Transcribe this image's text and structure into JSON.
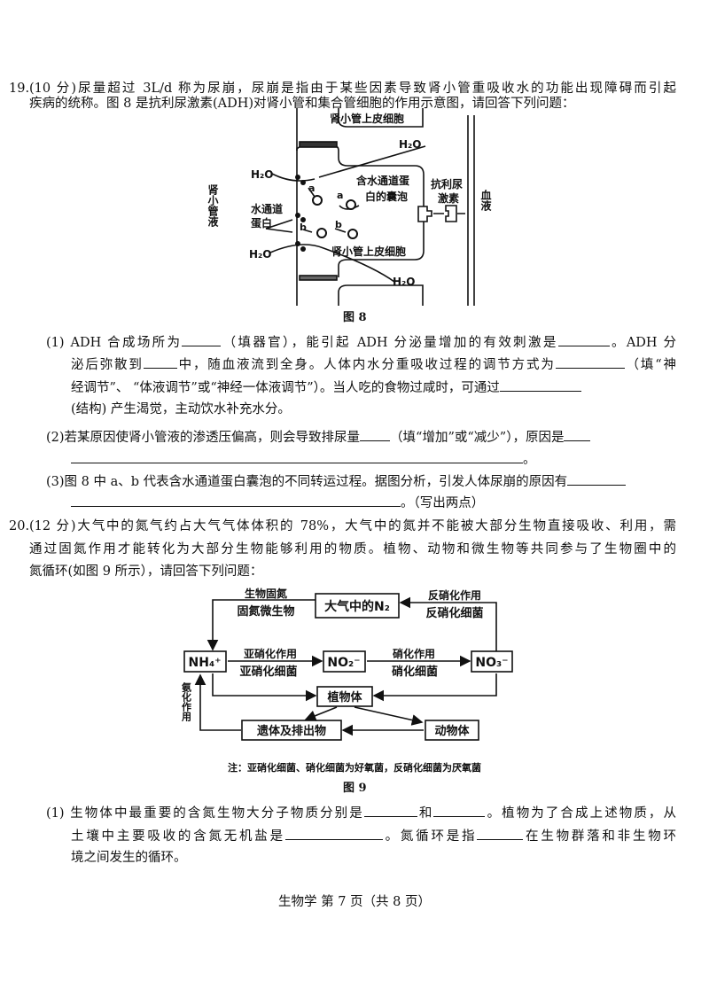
{
  "q19": {
    "number": "19.",
    "intro": [
      "(10 分)尿量超过 3L/d 称为尿崩，尿崩是指由于某些因素导致肾小管重吸收水的功能出现障碍而引起",
      "疾病的统称。图 8 是抗利尿激素(ADH)对肾小管和集合管细胞的作用示意图，请回答下列问题："
    ],
    "figure": {
      "caption": "图 8",
      "cell_top": "肾小管上皮细胞",
      "cell_bottom": "肾小管上皮细胞",
      "lumen": "肾小管液",
      "blood": "血液",
      "hormone_1": "抗利尿",
      "hormone_2": "激素",
      "vesicle_1": "含水通道蛋",
      "vesicle_2": "白的囊泡",
      "channel_1": "水通道",
      "channel_2": "蛋白",
      "water": "H₂O",
      "a": "a",
      "b": "b"
    },
    "p1": {
      "a": "(1)  ADH 合成场所为",
      "b": "（填器官），能引起 ADH 分泌量增加的有效刺激是",
      "c": "。ADH 分",
      "d": "泌后弥散到",
      "e": "中，随血液流到全身。人体内水分重吸收过程的调节方式为",
      "f": "（填“神",
      "g": "经调节”、  “体液调节”或“神经一体液调节”）。当人吃的食物过咸时，可通过",
      "h": "(结构) 产生渴觉，主动饮水补充水分。"
    },
    "p2": {
      "a": "(2)若某原因使肾小管液的渗透压偏高，则会导致排尿量",
      "b": "（填“增加”或“减少”），原因是",
      "c": "。"
    },
    "p3": {
      "a": "(3)图 8 中 a、b 代表含水通道蛋白囊泡的不同转运过程。据图分析，引发人体尿崩的原因有",
      "b": "。（写出两点）"
    }
  },
  "q20": {
    "number": "20.",
    "intro": [
      "(12 分)大气中的氮气约占大气气体体积的 78%，大气中的氮并不能被大部分生物直接吸收、利用，需",
      "通过固氮作用才能转化为大部分生物能够利用的物质。植物、动物和微生物等共同参与了生物圈中的",
      "氮循环(如图 9 所示），请回答下列问题："
    ],
    "figure": {
      "n2": "大气中的N₂",
      "nh4": "NH₄⁺",
      "no2": "NO₂⁻",
      "no3": "NO₃⁻",
      "plant": "植物体",
      "remains": "遗体及排出物",
      "animal": "动物体",
      "fix_1": "生物固氮",
      "fix_2": "固氮微生物",
      "denit_1": "反硝化作用",
      "denit_2": "反硝化细菌",
      "nitrite_1": "亚硝化作用",
      "nitrite_2": "亚硝化细菌",
      "nitrate_1": "硝化作用",
      "nitrate_2": "硝化细菌",
      "ammon": "氨化作用",
      "note": "注：亚硝化细菌、硝化细菌为好氧菌，反硝化细菌为厌氧菌",
      "caption": "图 9"
    },
    "p1": {
      "a": "(1)  生物体中最重要的含氮生物大分子物质分别是",
      "b": "和",
      "c": "。植物为了合成上述物质，从",
      "d": "土壤中主要吸收的含氮无机盐是",
      "e": "。氮循环是指",
      "f": "在生物群落和非生物环",
      "g": "境之间发生的循环。"
    }
  },
  "footer": "生物学 第 7 页（共 8 页）"
}
